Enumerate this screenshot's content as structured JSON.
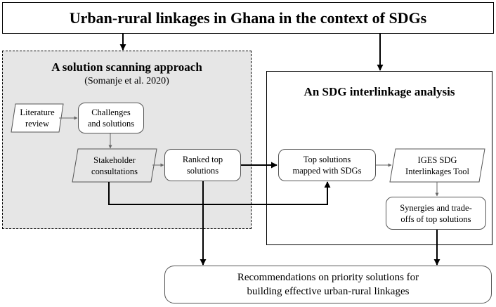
{
  "title": "Urban-rural linkages in Ghana in the context of SDGs",
  "left_panel": {
    "title": "A solution scanning approach",
    "subtitle": "(Somanje et al. 2020)",
    "nodes": {
      "literature": [
        "Literature",
        "review"
      ],
      "challenges": [
        "Challenges",
        "and solutions"
      ],
      "stakeholder": [
        "Stakeholder",
        "consultations"
      ],
      "ranked": [
        "Ranked top",
        "solutions"
      ]
    }
  },
  "right_panel": {
    "title": "An SDG interlinkage analysis",
    "nodes": {
      "mapped": [
        "Top solutions",
        "mapped with SDGs"
      ],
      "iges": [
        "IGES SDG",
        "Interlinkages Tool"
      ],
      "synergies": [
        "Synergies and trade-",
        "offs of top solutions"
      ]
    }
  },
  "final": [
    "Recommendations on priority solutions for",
    "building effective urban-rural linkages"
  ]
}
